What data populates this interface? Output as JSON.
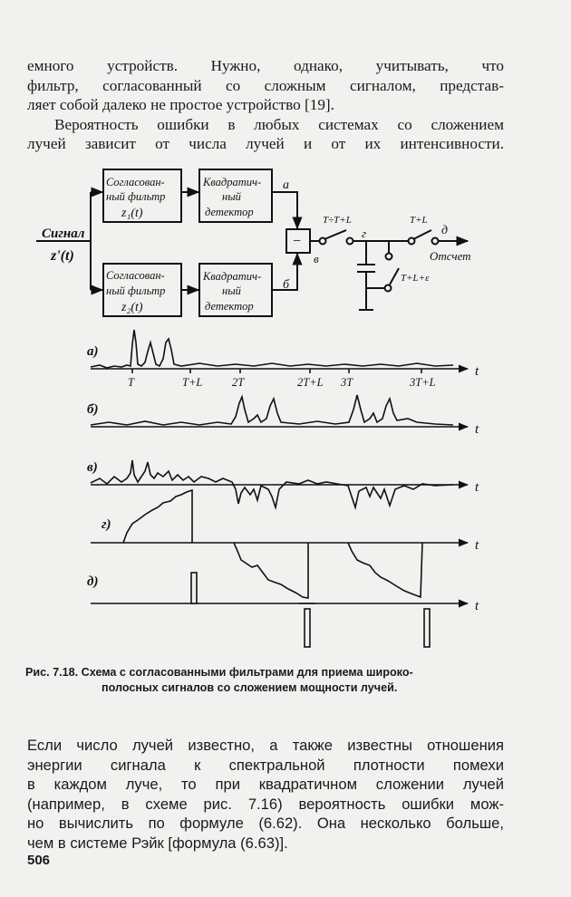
{
  "top_paragraph": {
    "lines": [
      "емного устройств. Нужно, однако, учитывать, что",
      "фильтр, согласованный со сложным сигналом, представ-",
      "ляет собой далеко не простое устройство [19].",
      "Вероятность ошибки в любых системах со сложением",
      "лучей зависит от числа лучей и от их интенсивности."
    ]
  },
  "diagram": {
    "input_label_1": "Сигнал",
    "input_label_2": "z'(t)",
    "filter1": [
      "Согласован-",
      "ный фильтр",
      "z₁(t)"
    ],
    "filter2": [
      "Согласован-",
      "ный фильтр",
      "z₂(t)"
    ],
    "detector1": [
      "Квадратич-",
      "ный",
      "детектор"
    ],
    "detector2": [
      "Квадратич-",
      "ный",
      "детектор"
    ],
    "point_a": "а",
    "point_b": "б",
    "point_v": "в",
    "point_g": "г",
    "point_d": "д",
    "adder_symbol": "−",
    "switch1_label": "T÷T+L",
    "switch2_label": "T+L",
    "switch3_label": "T+L+ε",
    "output_label": "Отсчет"
  },
  "waveforms": {
    "axis_symbol": "t",
    "labels": [
      "а)",
      "б)",
      "в)",
      "г)",
      "д)"
    ],
    "ticks_a": [
      "T",
      "T+L",
      "2T",
      "2T+L",
      "3T",
      "3T+L"
    ]
  },
  "caption": {
    "lines": [
      "Рис. 7.18. Схема с согласованными фильтрами для приема широко-",
      "полосных сигналов со сложением мощности лучей."
    ]
  },
  "bottom_paragraph": {
    "lines": [
      "Если число лучей известно, а также известны отношения",
      "энергии сигнала к спектральной плотности помехи",
      "в каждом луче, то при квадратичном сложении лучей",
      "(например, в схеме рис. 7.16) вероятность ошибки мож-",
      "но вычислить по формуле (6.62). Она несколько больше,",
      "чем в системе Рэйк [формула (6.63)]."
    ]
  },
  "page_number": "506"
}
